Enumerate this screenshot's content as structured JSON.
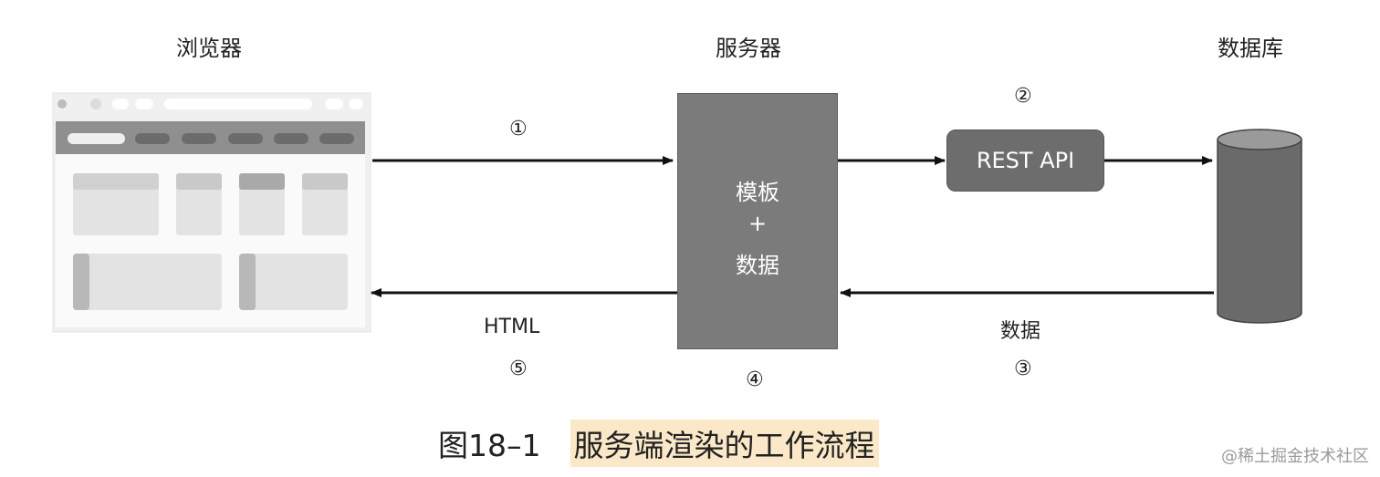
{
  "columns": {
    "browser": "浏览器",
    "server": "服务器",
    "database": "数据库"
  },
  "server_box": {
    "line1": "模板",
    "line2": "+",
    "line3": "数据"
  },
  "rest_api": "REST API",
  "steps": {
    "s1": "①",
    "s2": "②",
    "s3": "③",
    "s4": "④",
    "s5": "⑤"
  },
  "edge_labels": {
    "html": "HTML",
    "data": "数据"
  },
  "caption": {
    "number": "图18–1",
    "title": "服务端渲染的工作流程"
  },
  "watermark": "@稀土掘金技术社区",
  "colors": {
    "server_fill": "#7b7b7b",
    "rest_fill": "#6d6d6d",
    "db_fill": "#6a6a6a",
    "caption_highlight": "#fbe8c8"
  }
}
